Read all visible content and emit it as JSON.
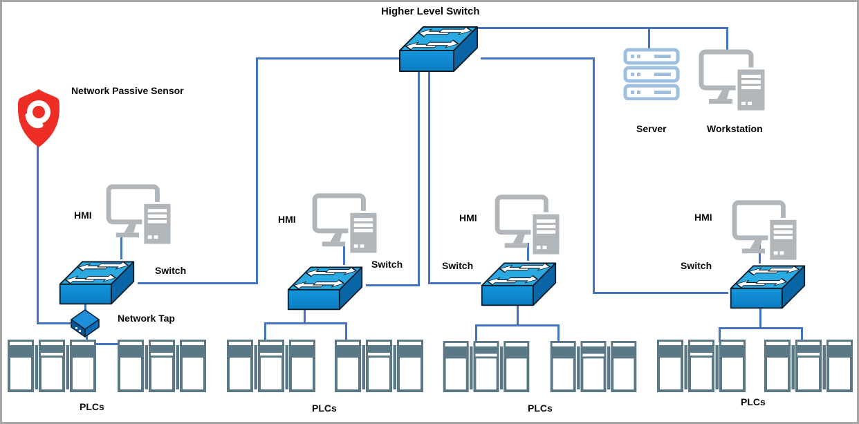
{
  "nodes": {
    "higher_level_switch": "Higher Level Switch",
    "network_passive_sensor": "Network Passive Sensor",
    "server": "Server",
    "workstation": "Workstation",
    "network_tap": "Network Tap"
  },
  "columns": [
    {
      "hmi": "HMI",
      "switch": "Switch",
      "plcs": "PLCs"
    },
    {
      "hmi": "HMI",
      "switch": "Switch",
      "plcs": "PLCs"
    },
    {
      "hmi": "HMI",
      "switch": "Switch",
      "plcs": "PLCs"
    },
    {
      "hmi": "HMI",
      "switch": "Switch",
      "plcs": "PLCs"
    }
  ],
  "icons": {
    "sensor": "qualys-shield-icon",
    "switch": "network-switch-icon",
    "hmi": "workstation-icon",
    "server": "server-rack-icon",
    "workstation": "workstation-icon",
    "tap": "network-tap-icon",
    "plc": "plc-rack-icon"
  },
  "colors": {
    "connection_line": "#4472C4",
    "switch_top": "#2BAAE2",
    "switch_front": "#0E86CA",
    "switch_side": "#0A65A6",
    "plc": "#5B7886",
    "server": "#9EBFE0",
    "workstation_gray": "#B1B6BB",
    "sensor_red": "#ED2E26",
    "frame": "#A6A6A6"
  }
}
